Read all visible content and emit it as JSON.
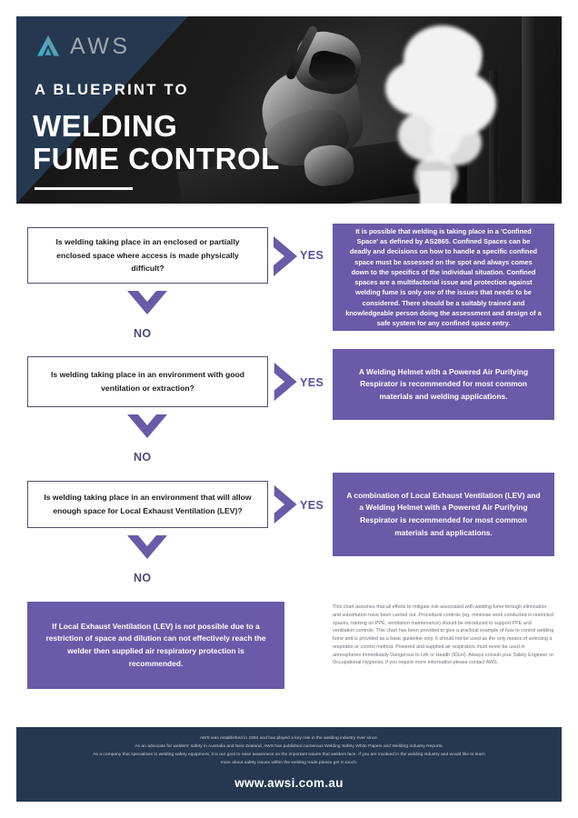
{
  "brand": {
    "logo_text": "AWS",
    "logo_icon": "aws-diamond-logo",
    "accent_navy": "#25384f",
    "accent_purple": "#6a5aa8",
    "accent_teal": "#36b0c9"
  },
  "header": {
    "kicker": "A BLUEPRINT TO",
    "title_line1": "WELDING",
    "title_line2": "FUME CONTROL",
    "photo_alt": "welder-with-fume-plume-photo"
  },
  "flow": {
    "yes_label": "YES",
    "no_label": "NO",
    "steps": [
      {
        "question": "Is welding taking place in an enclosed or partially enclosed space where access is made physically difficult?",
        "answer": "It is possible that welding is taking place in a 'Confined Space' as defined by AS2865. Confined Spaces can be deadly and decisions on how to handle a specific confined space must be assessed on the spot and always comes down to the specifics of the individual situation. Confined spaces are a multifactorial issue and protection against welding fume is only one of the issues that needs to be considered. There should be a suitably trained and knowledgeable person doing the assessment and design of a safe system for any confined space entry."
      },
      {
        "question": "Is welding taking place in an environment with good ventilation or extraction?",
        "answer": "A Welding Helmet with a Powered Air Purifying Respirator is recommended for most common materials and welding applications."
      },
      {
        "question": "Is welding taking place in an environment that will allow enough space for Local Exhaust Ventilation (LEV)?",
        "answer": "A combination of Local Exhaust Ventilation (LEV) and a Welding Helmet with a Powered Air Purifying Respirator is recommended for most common materials and applications."
      }
    ],
    "final_outcome": "If Local Exhaust Ventilation (LEV) is not possible due to a restriction of space and dilution can not effectively reach the welder then supplied air respiratory protection is recommended."
  },
  "disclaimer": "This chart assumes that all efforts to mitigate risk associated with welding fume through elimination and substitution have been carried out. Procedural controls (eg. minimise work conducted in restricted spaces, training on PPE, ventilation maintenance) should be introduced to support PPE and ventilation controls. This chart has been provided to give a practical example of how to control welding fume and is provided as a basic guideline only. It should not be used as the only means of selecting a respirator or control method. Powered and supplied air respirators must never be used in atmospheres Immediately Dangerous to Life or Health (IDLH). Always consult your Safety Engineer or Occupational Hygienist, if you require more information please contact AWS.",
  "footer": {
    "line1": "AWS was established in 1994 and has played a key role in the welding industry ever since.",
    "line2": "As an advocate for welders' safety in Australia and New Zealand, AWS has published numerous Welding Safety White Papers and Welding Industry Reports.",
    "line3": "As a company that specialises in welding safety equipment, it is our goal to raise awareness on the important issues that welders face. If you are involved in the welding industry and would like to learn",
    "line4": "more about safety issues within the welding trade please get in touch.",
    "website": "www.awsi.com.au"
  }
}
